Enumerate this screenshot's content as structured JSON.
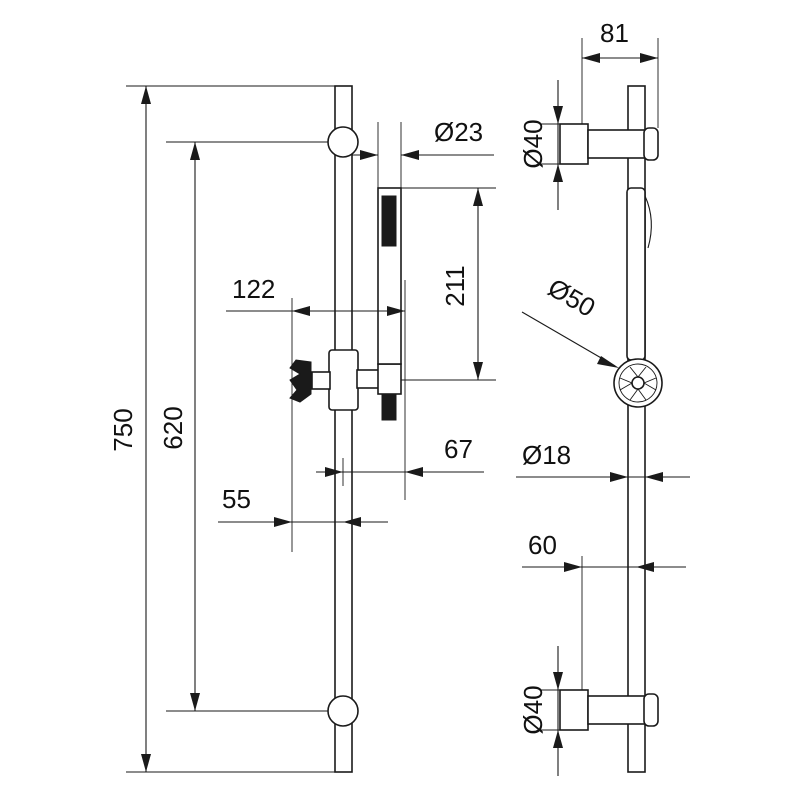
{
  "dimensions": {
    "overall_height": "750",
    "bracket_spacing": "620",
    "handset_diameter": "Ø23",
    "handset_holder_height": "211",
    "holder_offset": "122",
    "knob_offset": "55",
    "holder_depth": "67",
    "projection": "81",
    "wall_flange_top": "Ø40",
    "slider_diameter": "Ø50",
    "rail_diameter": "Ø18",
    "bracket_depth": "60",
    "wall_flange_bottom": "Ø40"
  }
}
